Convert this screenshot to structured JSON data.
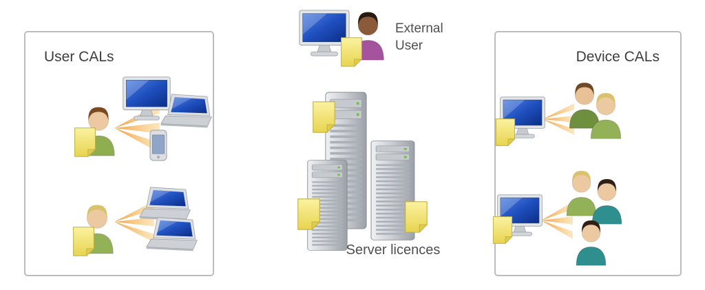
{
  "panels": {
    "user_cals": {
      "title": "User CALs"
    },
    "device_cals": {
      "title": "Device CALs"
    }
  },
  "center": {
    "external_user_label": "External User",
    "server_label": "Server licences"
  },
  "colors": {
    "license_yellow": "#ecd94f",
    "ray_orange": "#f29b38",
    "screen_blue": "#1f4fbe",
    "server_gray": "#cdd0d4",
    "panel_border": "#bcbcbc",
    "external_user_shirt": "#a4539c",
    "user_shirt_green": "#8fae50",
    "device_user_shirt_teal": "#2f8f8f"
  },
  "icons": [
    "person-icon",
    "desktop-monitor-icon",
    "laptop-icon",
    "smartphone-icon",
    "server-tower-icon",
    "license-doc-icon",
    "license-rays-icon"
  ]
}
